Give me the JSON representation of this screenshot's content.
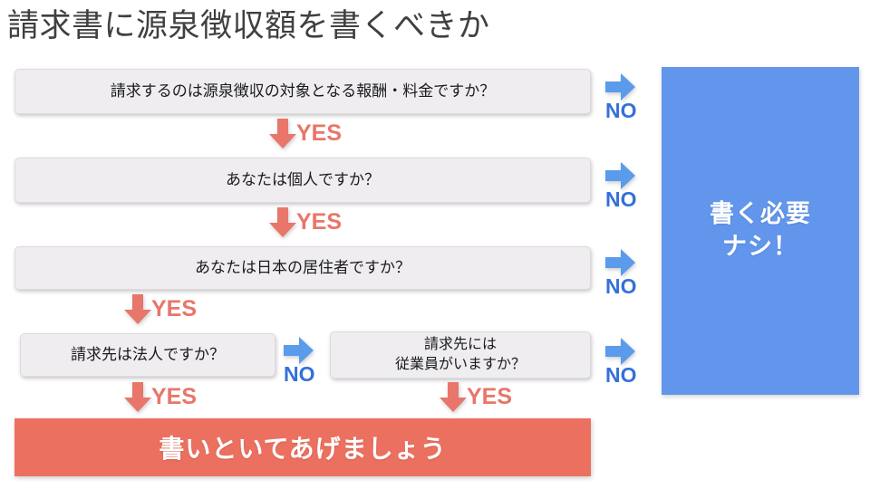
{
  "slide": {
    "title": "請求書に源泉徴収額を書くべきか"
  },
  "colors": {
    "box_bg": "#efedf0",
    "box_border": "#dedade",
    "blue_result": "#6296ec",
    "red_result": "#ec7060",
    "yes_arrow": "#e8766a",
    "yes_label": "#e8766a",
    "no_arrow": "#5b9bec",
    "no_label": "#3470d8",
    "title_text": "#404040",
    "background": "#ffffff"
  },
  "questions": [
    {
      "id": "q1",
      "text": "請求するのは源泉徴収の対象となる報酬・料金ですか？"
    },
    {
      "id": "q2",
      "text": "あなたは個人ですか？"
    },
    {
      "id": "q3",
      "text": "あなたは日本の居住者ですか？"
    },
    {
      "id": "q4",
      "text": "請求先は法人ですか？"
    },
    {
      "id": "q5",
      "line1": "請求先には",
      "line2": "従業員がいますか？"
    }
  ],
  "results": {
    "blue": {
      "line1": "書く必要",
      "line2": "ナシ！"
    },
    "red": {
      "text": "書いといてあげましょう"
    }
  },
  "labels": {
    "yes": "YES",
    "no": "NO"
  },
  "icons": {
    "arrow_down": "arrow-down-icon",
    "arrow_right": "arrow-right-icon"
  }
}
